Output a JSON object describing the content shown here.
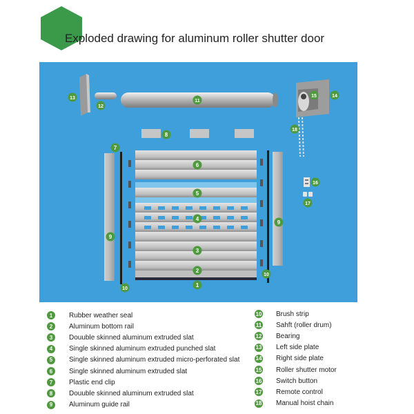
{
  "header": {
    "title": "Exploded drawing for aluminum roller shutter door",
    "accent_color": "#3a9a4a",
    "panel_color": "#3e9fdb"
  },
  "callouts": [
    "13",
    "12",
    "11",
    "15",
    "14",
    "8",
    "18",
    "7",
    "6",
    "5",
    "16",
    "17",
    "4",
    "9",
    "9",
    "3",
    "2",
    "10",
    "10",
    "1"
  ],
  "legend": {
    "left": [
      {
        "num": "1",
        "text": "Rubber weather seal"
      },
      {
        "num": "2",
        "text": "Aluminum bottom rail"
      },
      {
        "num": "3",
        "text": "Douuble skinned aluminum extruded slat"
      },
      {
        "num": "4",
        "text": "Single skinned aluminum extruded  punched slat"
      },
      {
        "num": "5",
        "text": "Single skinned aluminum extruded  micro-perforated slat"
      },
      {
        "num": "6",
        "text": "Single skinned aluminum extruded  slat"
      },
      {
        "num": "7",
        "text": "Plastic end clip"
      },
      {
        "num": "8",
        "text": "Douuble skinned aluminum extruded slat"
      },
      {
        "num": "9",
        "text": "Aluminum guide rail"
      }
    ],
    "right": [
      {
        "num": "10",
        "text": "Brush strip"
      },
      {
        "num": "11",
        "text": "Sahft (roller drum)"
      },
      {
        "num": "12",
        "text": "Bearing"
      },
      {
        "num": "13",
        "text": "Left side plate"
      },
      {
        "num": "14",
        "text": "Right side plate"
      },
      {
        "num": "15",
        "text": "Roller shutter motor"
      },
      {
        "num": "16",
        "text": "Switch button"
      },
      {
        "num": "17",
        "text": "Remote control"
      },
      {
        "num": "18",
        "text": "Manual hoist chain"
      }
    ]
  }
}
